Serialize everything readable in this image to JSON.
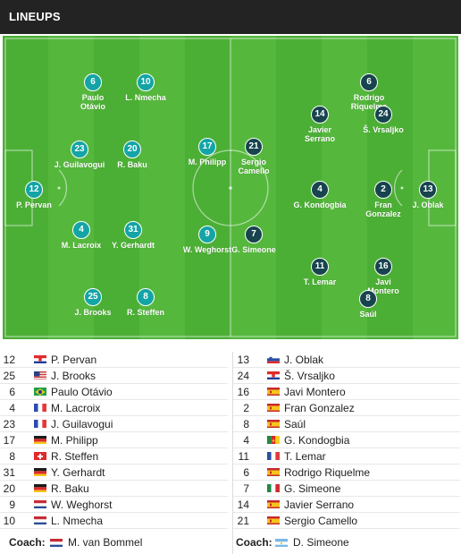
{
  "header": {
    "title": "LINEUPS"
  },
  "pitch": {
    "home": [
      {
        "number": "6",
        "name": "Paulo\nOtávio"
      },
      {
        "number": "10",
        "name": "L. Nmecha"
      },
      {
        "number": "23",
        "name": "J. Guilavogui"
      },
      {
        "number": "20",
        "name": "R. Baku"
      },
      {
        "number": "12",
        "name": "P. Pervan"
      },
      {
        "number": "4",
        "name": "M. Lacroix"
      },
      {
        "number": "31",
        "name": "Y. Gerhardt"
      },
      {
        "number": "25",
        "name": "J. Brooks"
      },
      {
        "number": "8",
        "name": "R. Steffen"
      },
      {
        "number": "17",
        "name": "M. Philipp"
      },
      {
        "number": "9",
        "name": "W. Weghorst"
      }
    ],
    "away": [
      {
        "number": "21",
        "name": "Sergio\nCamello"
      },
      {
        "number": "7",
        "name": "G. Simeone"
      },
      {
        "number": "14",
        "name": "Javier\nSerrano"
      },
      {
        "number": "6",
        "name": "Rodrigo\nRiquelme"
      },
      {
        "number": "24",
        "name": "Š. Vrsaljko"
      },
      {
        "number": "4",
        "name": "G. Kondogbia"
      },
      {
        "number": "2",
        "name": "Fran\nGonzalez"
      },
      {
        "number": "13",
        "name": "J. Oblak"
      },
      {
        "number": "11",
        "name": "T. Lemar"
      },
      {
        "number": "16",
        "name": "Javi\nMontero"
      },
      {
        "number": "8",
        "name": "Saúl"
      }
    ]
  },
  "home_list": [
    {
      "number": "12",
      "flag": "croatia",
      "name": "P. Pervan"
    },
    {
      "number": "25",
      "flag": "usa",
      "name": "J. Brooks"
    },
    {
      "number": "6",
      "flag": "brazil",
      "name": "Paulo Otávio"
    },
    {
      "number": "4",
      "flag": "france",
      "name": "M. Lacroix"
    },
    {
      "number": "23",
      "flag": "france",
      "name": "J. Guilavogui"
    },
    {
      "number": "17",
      "flag": "germany",
      "name": "M. Philipp"
    },
    {
      "number": "8",
      "flag": "switzerland",
      "name": "R. Steffen"
    },
    {
      "number": "31",
      "flag": "germany",
      "name": "Y. Gerhardt"
    },
    {
      "number": "20",
      "flag": "germany",
      "name": "R. Baku"
    },
    {
      "number": "9",
      "flag": "netherlands",
      "name": "W. Weghorst"
    },
    {
      "number": "10",
      "flag": "netherlands",
      "name": "L. Nmecha"
    }
  ],
  "away_list": [
    {
      "number": "13",
      "flag": "slovenia",
      "name": "J. Oblak"
    },
    {
      "number": "24",
      "flag": "croatia",
      "name": "Š. Vrsaljko"
    },
    {
      "number": "16",
      "flag": "spain",
      "name": "Javi Montero"
    },
    {
      "number": "2",
      "flag": "spain",
      "name": "Fran Gonzalez"
    },
    {
      "number": "8",
      "flag": "spain",
      "name": "Saúl"
    },
    {
      "number": "4",
      "flag": "cameroon",
      "name": "G. Kondogbia"
    },
    {
      "number": "11",
      "flag": "france",
      "name": "T. Lemar"
    },
    {
      "number": "6",
      "flag": "spain",
      "name": "Rodrigo Riquelme"
    },
    {
      "number": "7",
      "flag": "italy",
      "name": "G. Simeone"
    },
    {
      "number": "14",
      "flag": "spain",
      "name": "Javier Serrano"
    },
    {
      "number": "21",
      "flag": "spain",
      "name": "Sergio Camello"
    }
  ],
  "coaches": {
    "label": "Coach:",
    "home": {
      "flag": "netherlands",
      "name": "M. van Bommel"
    },
    "away": {
      "flag": "argentina",
      "name": "D. Simeone"
    }
  },
  "colors": {
    "home_marker": "#14a4a5",
    "away_marker": "#17444e",
    "pitch": "#4caf35",
    "header": "#232323"
  }
}
